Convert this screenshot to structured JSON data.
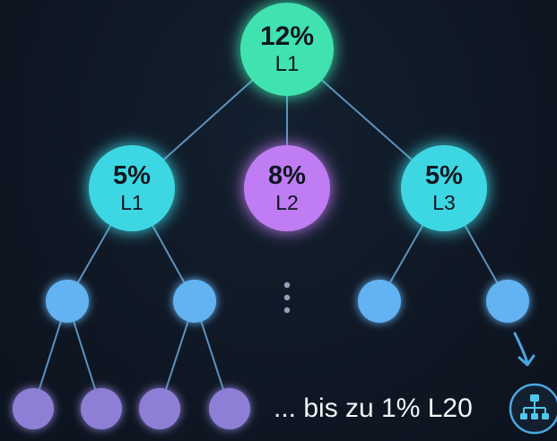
{
  "tree": {
    "root": {
      "percent": "12%",
      "level": "L1"
    },
    "level2": [
      {
        "percent": "5%",
        "level": "L1"
      },
      {
        "percent": "8%",
        "level": "L2"
      },
      {
        "percent": "5%",
        "level": "L3"
      }
    ],
    "ellipsis": "⋮"
  },
  "footer": {
    "text": "... bis zu 1% L20",
    "icon": "network-hierarchy-icon"
  },
  "colors": {
    "background": "#0f1724",
    "root": "#3fe3b0",
    "teal": "#3ed7e3",
    "purple": "#c07cf2",
    "blue": "#63b2f2",
    "lavender": "#8e7fd6",
    "line": "#6aa7d8",
    "arrow": "#4aa8e0"
  }
}
